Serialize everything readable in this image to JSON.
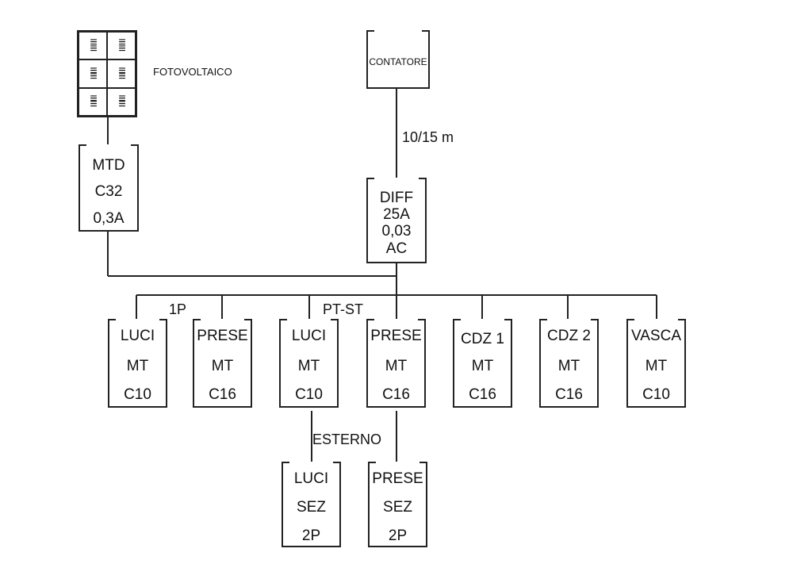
{
  "pv_panel": {
    "label": "FOTOVOLTAICO"
  },
  "meter": {
    "label": "CONTATORE"
  },
  "meter_cable": {
    "label": "10/15 m"
  },
  "mtd": {
    "lines": [
      "MTD",
      "C32",
      "0,3A"
    ]
  },
  "diff": {
    "lines": [
      "DIFF",
      "25A",
      "0,03",
      "AC"
    ]
  },
  "groups": {
    "floor_1": "1P",
    "floor_pt_st": "PT-ST",
    "outdoor": "ESTERNO"
  },
  "breakers": [
    {
      "lines": [
        "LUCI",
        "MT",
        "C10"
      ]
    },
    {
      "lines": [
        "PRESE",
        "MT",
        "C16"
      ]
    },
    {
      "lines": [
        "LUCI",
        "MT",
        "C10"
      ]
    },
    {
      "lines": [
        "PRESE",
        "MT",
        "C16"
      ]
    },
    {
      "lines": [
        "CDZ 1",
        "MT",
        "C16"
      ]
    },
    {
      "lines": [
        "CDZ 2",
        "MT",
        "C16"
      ]
    },
    {
      "lines": [
        "VASCA",
        "MT",
        "C10"
      ]
    }
  ],
  "outdoor_breakers": [
    {
      "lines": [
        "LUCI",
        "SEZ",
        "2P"
      ]
    },
    {
      "lines": [
        "PRESE",
        "SEZ",
        "2P"
      ]
    }
  ]
}
